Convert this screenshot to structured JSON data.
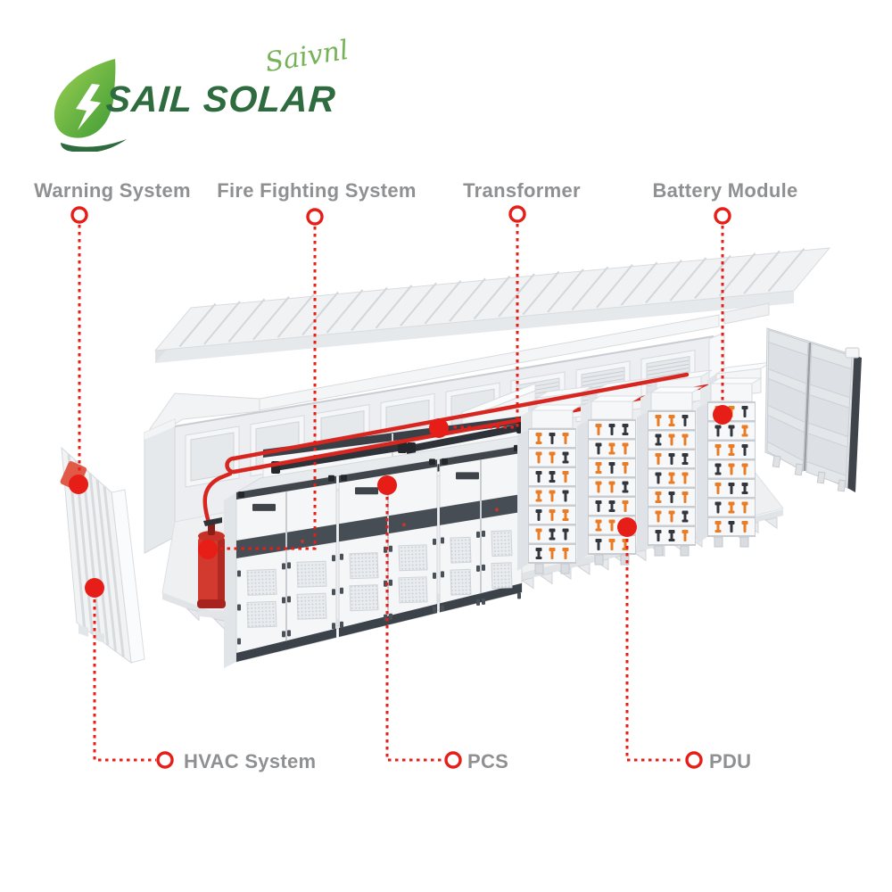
{
  "brand": {
    "name": "SAIL SOLAR",
    "signature": "Saivnl",
    "icon": "leaf-lightning-icon"
  },
  "callouts": {
    "top": [
      {
        "id": "warning",
        "label": "Warning System"
      },
      {
        "id": "fire",
        "label": "Fire Fighting System"
      },
      {
        "id": "transformer",
        "label": "Transformer"
      },
      {
        "id": "battery",
        "label": "Battery Module"
      }
    ],
    "bottom": [
      {
        "id": "hvac",
        "label": "HVAC System"
      },
      {
        "id": "pcs",
        "label": "PCS"
      },
      {
        "id": "pdu",
        "label": "PDU"
      }
    ]
  },
  "illustration": {
    "subject": "Exploded view of a containerized battery energy storage system",
    "components": [
      "roof panel",
      "container shell",
      "HVAC wall panel",
      "fire extinguisher",
      "PCS cabinets",
      "transformer cabinets",
      "battery racks",
      "PDU",
      "container doors"
    ]
  },
  "colors": {
    "annotation_red": "#e71d17",
    "pipe_red": "#d7261f",
    "label_gray": "#8f9092",
    "logo_dark_green": "#2e6b3e",
    "logo_light_green": "#76b258",
    "leaf_green_light": "#9ed153",
    "leaf_green_dark": "#3e9b35",
    "connector_orange": "#ea7c26",
    "connector_black": "#33373d"
  }
}
